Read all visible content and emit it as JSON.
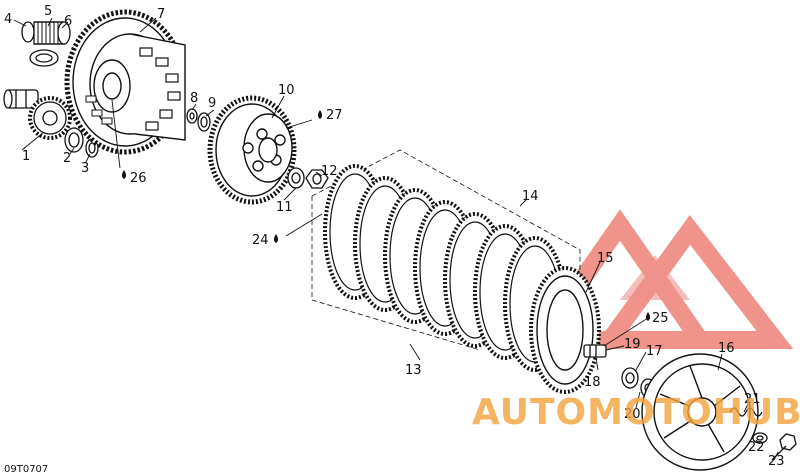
{
  "diagram": {
    "figure_code": "09T0707",
    "parts": [
      {
        "id": "p1",
        "label": "1"
      },
      {
        "id": "p2",
        "label": "2"
      },
      {
        "id": "p3",
        "label": "3"
      },
      {
        "id": "p4",
        "label": "4"
      },
      {
        "id": "p5",
        "label": "5"
      },
      {
        "id": "p6",
        "label": "6"
      },
      {
        "id": "p7",
        "label": "7"
      },
      {
        "id": "p8",
        "label": "8"
      },
      {
        "id": "p9",
        "label": "9"
      },
      {
        "id": "p10",
        "label": "10"
      },
      {
        "id": "p11",
        "label": "11"
      },
      {
        "id": "p12",
        "label": "12"
      },
      {
        "id": "p13",
        "label": "13"
      },
      {
        "id": "p14",
        "label": "14"
      },
      {
        "id": "p15",
        "label": "15"
      },
      {
        "id": "p16",
        "label": "16"
      },
      {
        "id": "p17",
        "label": "17"
      },
      {
        "id": "p18",
        "label": "18"
      },
      {
        "id": "p19",
        "label": "19"
      },
      {
        "id": "p20",
        "label": "20"
      },
      {
        "id": "p21",
        "label": "21"
      },
      {
        "id": "p22",
        "label": "22"
      },
      {
        "id": "p23",
        "label": "23"
      }
    ],
    "lubrication_callouts": [
      {
        "id": "l24",
        "label": "24"
      },
      {
        "id": "l25",
        "label": "25"
      },
      {
        "id": "l26",
        "label": "26"
      },
      {
        "id": "l27",
        "label": "27"
      }
    ]
  },
  "watermark": {
    "text": "AUTOMOTOHUB",
    "color": "#f2a23a",
    "logo_color": "#e23b2e"
  }
}
